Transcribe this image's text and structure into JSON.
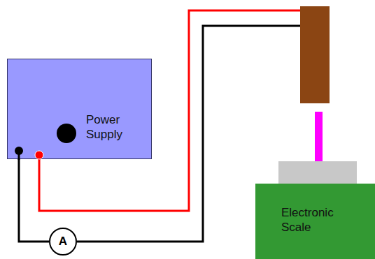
{
  "diagram": {
    "nodes": [
      {
        "text": [
          "Power Supply"
        ]
      },
      {
        "text": [
          "Electronic Scale"
        ]
      },
      {
        "text": [
          "A"
        ]
      }
    ],
    "edges": [
      {
        "from": 0,
        "to": 2,
        "arrow": "none"
      }
    ]
  }
}
